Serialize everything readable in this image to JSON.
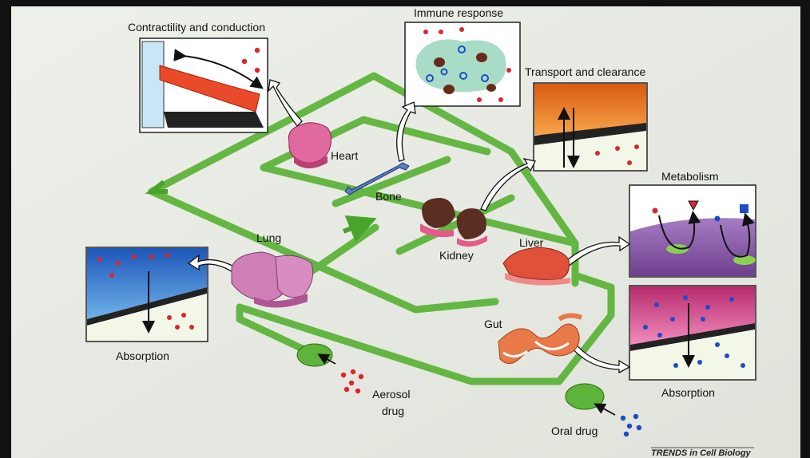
{
  "labels": {
    "contractility": "Contractility and conduction",
    "immune": "Immune response",
    "transport": "Transport and clearance",
    "metabolism": "Metabolism",
    "absorption_left": "Absorption",
    "absorption_right": "Absorption",
    "heart": "Heart",
    "bone": "Bone",
    "lung": "Lung",
    "kidney": "Kidney",
    "liver": "Liver",
    "gut": "Gut",
    "aerosol_line1": "Aerosol",
    "aerosol_line2": "drug",
    "oral": "Oral drug",
    "credit": "TRENDS in Cell Biology"
  },
  "colors": {
    "frame": "#111111",
    "background": "#e9ece6",
    "pipe": "#5eb43b",
    "organ_pink": "#e06aa0",
    "organ_brown": "#5a2f22",
    "liver": "#e0503a",
    "red_dot": "#d8282c",
    "blue_dot": "#1f4bc8",
    "panel_tissue": "#f08a2a",
    "panel_water": "#2a6fd0",
    "panel_magenta": "#d24a8a",
    "panel_purple": "#8b5aa8"
  }
}
